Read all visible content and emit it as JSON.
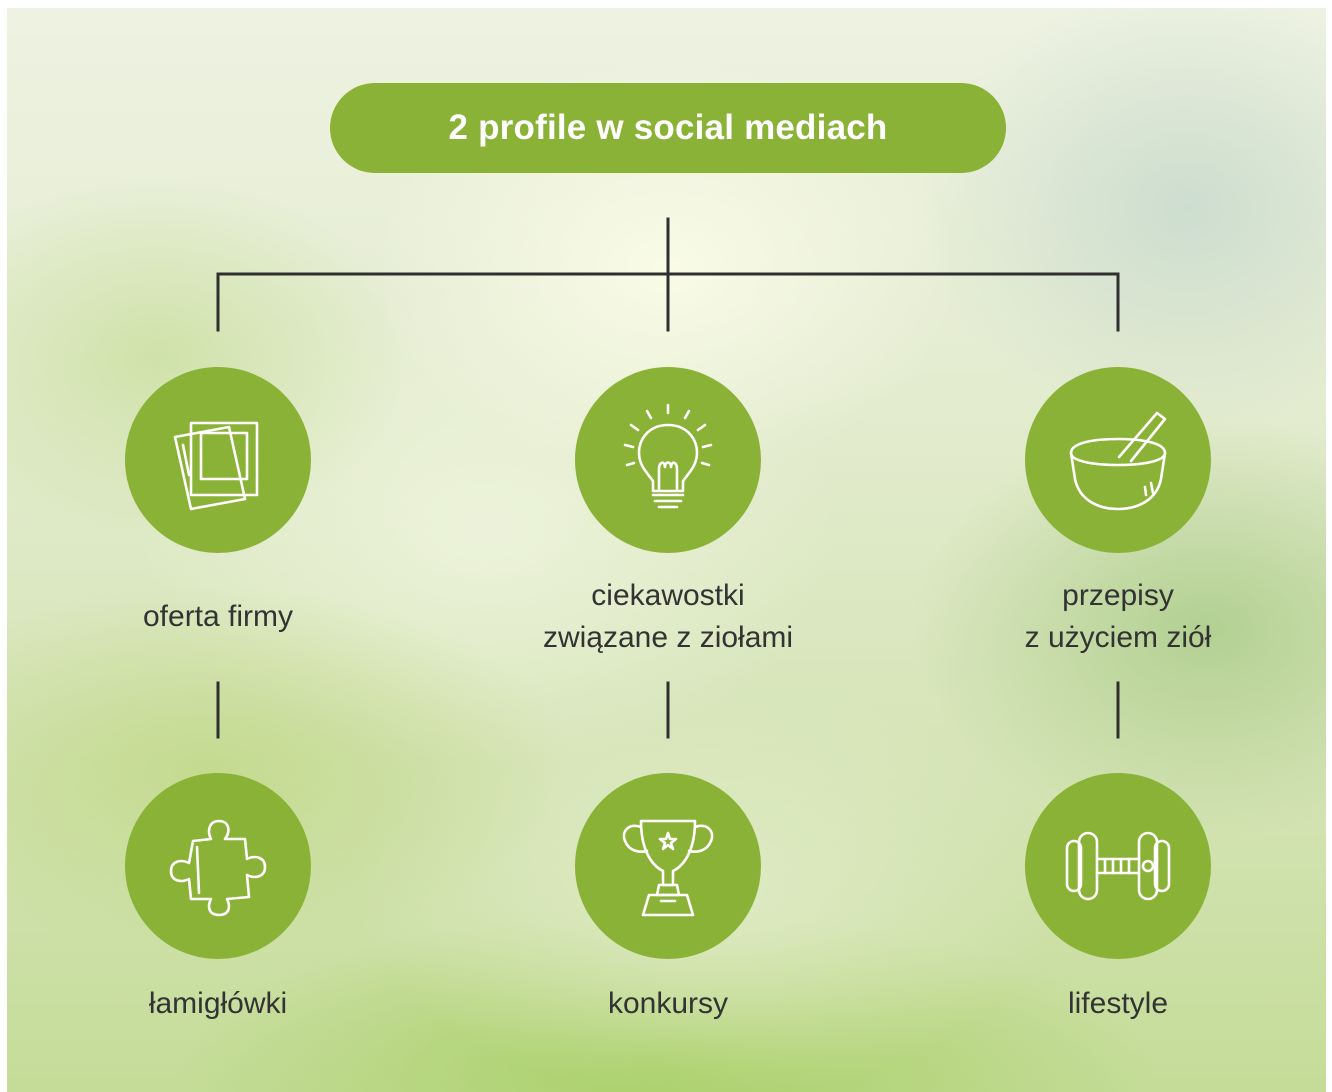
{
  "title": "2 profile w social mediach",
  "colors": {
    "accent": "#8ab236",
    "line": "#2f2f2f",
    "label_text": "#333333",
    "icon_stroke": "#ffffff"
  },
  "nodes": [
    {
      "id": "oferta",
      "label_lines": [
        "oferta firmy"
      ],
      "icon": "photos-icon"
    },
    {
      "id": "ciekawostki",
      "label_lines": [
        "ciekawostki",
        "związane z ziołami"
      ],
      "icon": "lightbulb-icon"
    },
    {
      "id": "przepisy",
      "label_lines": [
        "przepisy",
        "z użyciem ziół"
      ],
      "icon": "mortar-pestle-icon"
    },
    {
      "id": "lamiglowki",
      "label_lines": [
        "łamigłówki"
      ],
      "icon": "puzzle-piece-icon"
    },
    {
      "id": "konkursy",
      "label_lines": [
        "konkursy"
      ],
      "icon": "trophy-icon"
    },
    {
      "id": "lifestyle",
      "label_lines": [
        "lifestyle"
      ],
      "icon": "dumbbell-icon"
    }
  ]
}
